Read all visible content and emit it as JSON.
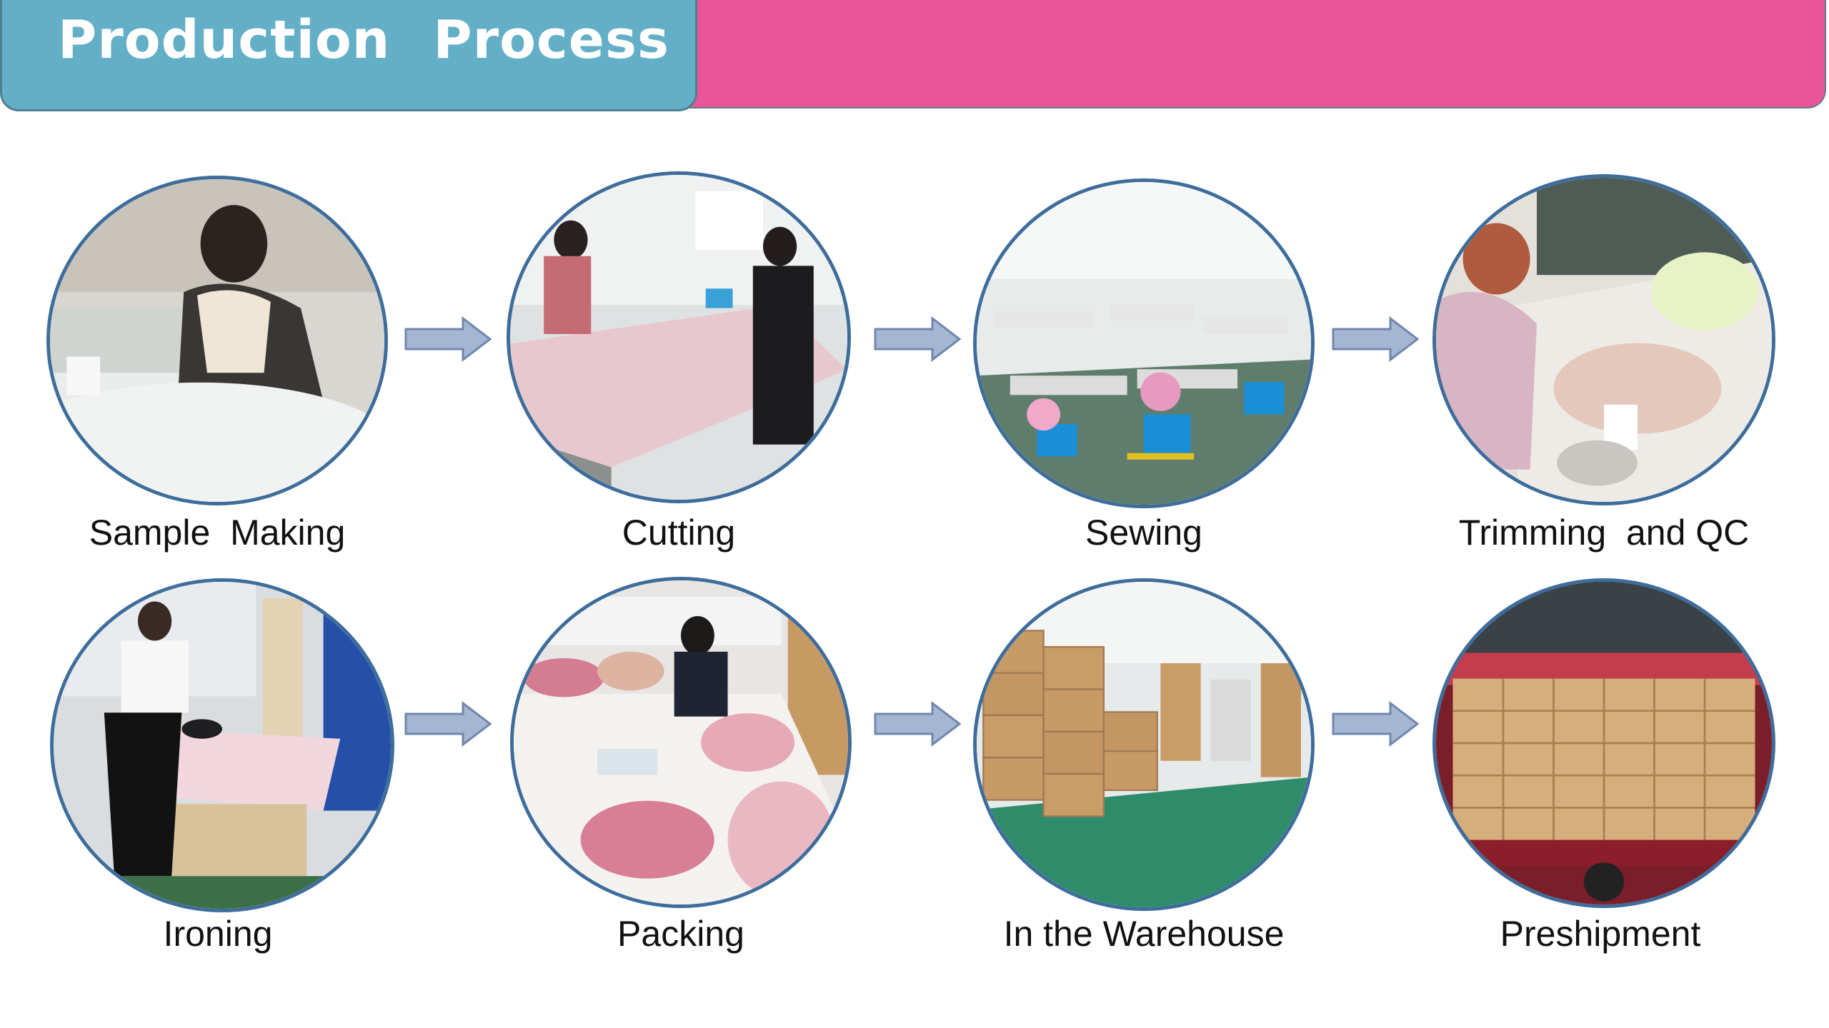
{
  "header": {
    "title_word1": "Production",
    "title_word2": "Process"
  },
  "steps": [
    {
      "label": "Sample  Making",
      "icon": "sewing-machine-photo"
    },
    {
      "label": "Cutting",
      "icon": "cutting-table-photo"
    },
    {
      "label": "Sewing",
      "icon": "sewing-workshop-photo"
    },
    {
      "label": "Trimming  and QC",
      "icon": "trimming-qc-photo"
    },
    {
      "label": "Ironing",
      "icon": "ironing-photo"
    },
    {
      "label": "Packing",
      "icon": "packing-photo"
    },
    {
      "label": "In the Warehouse",
      "icon": "warehouse-boxes-photo"
    },
    {
      "label": "Preshipment",
      "icon": "truck-loading-photo"
    }
  ],
  "colors": {
    "banner_pink": "#ea5499",
    "banner_blue": "#63afc8",
    "circle_border": "#3e6d9c",
    "arrow_fill": "#a5b6d2",
    "arrow_stroke": "#6f87ad"
  }
}
